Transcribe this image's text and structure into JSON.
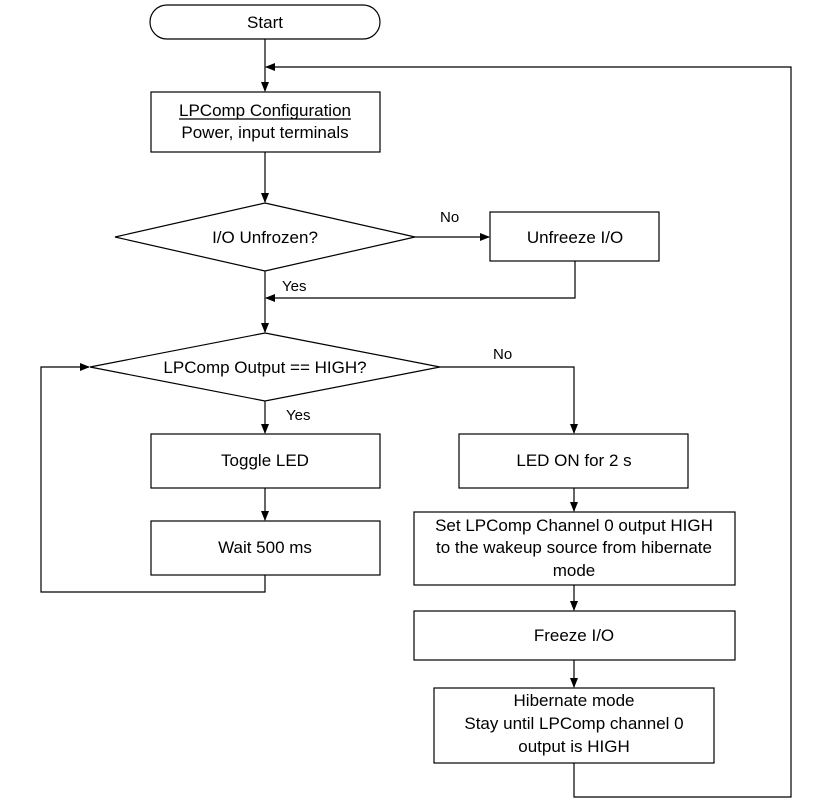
{
  "nodes": {
    "start": "Start",
    "config_title": "LPComp Configuration",
    "config_sub": "Power, input terminals",
    "io_decision": "I/O Unfrozen?",
    "unfreeze": "Unfreeze I/O",
    "output_decision": "LPComp Output == HIGH?",
    "toggle_led": "Toggle LED",
    "wait": "Wait 500 ms",
    "led_on": "LED ON for 2 s",
    "set_line1": "Set LPComp Channel 0 output HIGH",
    "set_line2": "to the wakeup source from hibernate",
    "set_line3": "mode",
    "freeze": "Freeze I/O",
    "hibernate_line1": "Hibernate mode",
    "hibernate_line2": "Stay until LPComp channel 0",
    "hibernate_line3": "output is HIGH"
  },
  "labels": {
    "no1": "No",
    "yes1": "Yes",
    "no2": "No",
    "yes2": "Yes"
  }
}
